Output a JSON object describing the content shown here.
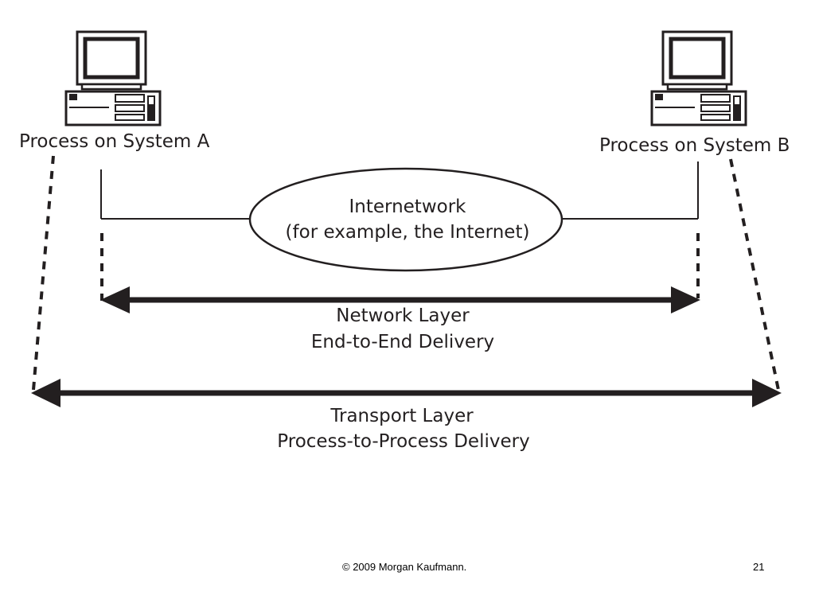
{
  "diagram": {
    "system_a": {
      "label": "Process on System A",
      "icon": "desktop-computer-icon"
    },
    "system_b": {
      "label": "Process on System B",
      "icon": "desktop-computer-icon"
    },
    "internetwork": {
      "line1": "Internetwork",
      "line2": "(for example, the Internet)"
    },
    "network_layer": {
      "line1": "Network Layer",
      "line2": "End-to-End Delivery"
    },
    "transport_layer": {
      "line1": "Transport Layer",
      "line2": "Process-to-Process Delivery"
    }
  },
  "footer": {
    "copyright": "© 2009 Morgan Kaufmann.",
    "page_number": "21"
  },
  "colors": {
    "ink": "#231f20",
    "background": "#ffffff"
  }
}
